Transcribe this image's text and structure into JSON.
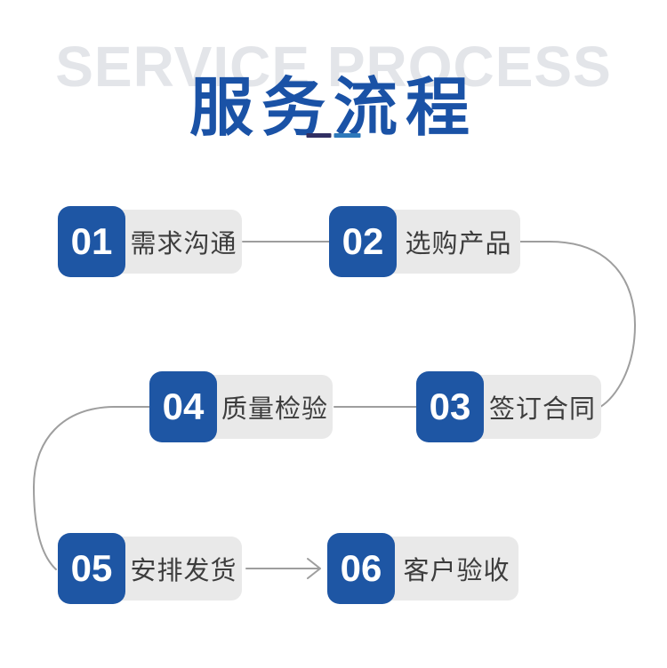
{
  "header": {
    "watermark": "SERVICE PROCESS",
    "title": "服务流程"
  },
  "steps": [
    {
      "number": "01",
      "label": "需求沟通"
    },
    {
      "number": "02",
      "label": "选购产品"
    },
    {
      "number": "03",
      "label": "签订合同"
    },
    {
      "number": "04",
      "label": "质量检验"
    },
    {
      "number": "05",
      "label": "安排发货"
    },
    {
      "number": "06",
      "label": "客户验收"
    }
  ],
  "flow_order": [
    "01",
    "02",
    "03",
    "04",
    "05",
    "06"
  ],
  "colors": {
    "page_bg": "#ffffff",
    "primary_blue": "#1e56a4",
    "title_blue": "#1a52a6",
    "box_gray": "#e9e9e9",
    "label_text": "#3d3d3d",
    "connector": "#9e9e9e",
    "watermark": "#e3e5e9",
    "dash_left": "#312f62",
    "dash_right": "#2d78ba"
  }
}
